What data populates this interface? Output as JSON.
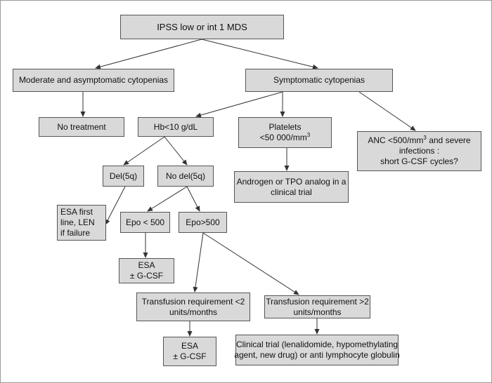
{
  "nodes": {
    "ipss": {
      "lines": [
        "IPSS low or int 1 MDS"
      ]
    },
    "moderate": {
      "lines": [
        "Moderate and asymptomatic cytopenias"
      ]
    },
    "symptomatic": {
      "lines": [
        "Symptomatic cytopenias"
      ]
    },
    "no_treatment": {
      "lines": [
        "No treatment"
      ]
    },
    "hb": {
      "lines": [
        "Hb<10 g/dL"
      ]
    },
    "platelets": {
      "line1": "Platelets",
      "line2_main": "<50 000/mm",
      "line2_sup": "3"
    },
    "anc": {
      "line1_main": "ANC <500/mm",
      "line1_sup": "3",
      "line1_end": " and severe",
      "line2": "infections :",
      "line3": "short G-CSF cycles?"
    },
    "del5q": {
      "lines": [
        "Del(5q)"
      ]
    },
    "no_del5q": {
      "lines": [
        "No del(5q)"
      ]
    },
    "androgen": {
      "lines": [
        "Androgen or TPO analog in a",
        "clinical trial"
      ]
    },
    "esa_first": {
      "lines": [
        "ESA first",
        "line, LEN",
        "if failure"
      ]
    },
    "epo_low": {
      "lines": [
        "Epo < 500"
      ]
    },
    "epo_high": {
      "lines": [
        "Epo>500"
      ]
    },
    "esa_gcsf_1": {
      "lines": [
        "ESA",
        "± G-CSF"
      ]
    },
    "transfusion_low": {
      "lines": [
        "Transfusion requirement <2",
        "units/months"
      ]
    },
    "transfusion_high": {
      "lines": [
        "Transfusion requirement >2",
        "units/months"
      ]
    },
    "esa_gcsf_2": {
      "lines": [
        "ESA",
        "± G-CSF"
      ]
    },
    "clinical_trial": {
      "lines": [
        "Clinical trial (lenalidomide, hypomethylating",
        "agent, new drug) or anti lymphocyte globulin"
      ]
    }
  },
  "colors": {
    "node_fill": "#d9d9d9",
    "node_border": "#555555",
    "edge": "#333333",
    "frame": "#9a9a9a"
  }
}
